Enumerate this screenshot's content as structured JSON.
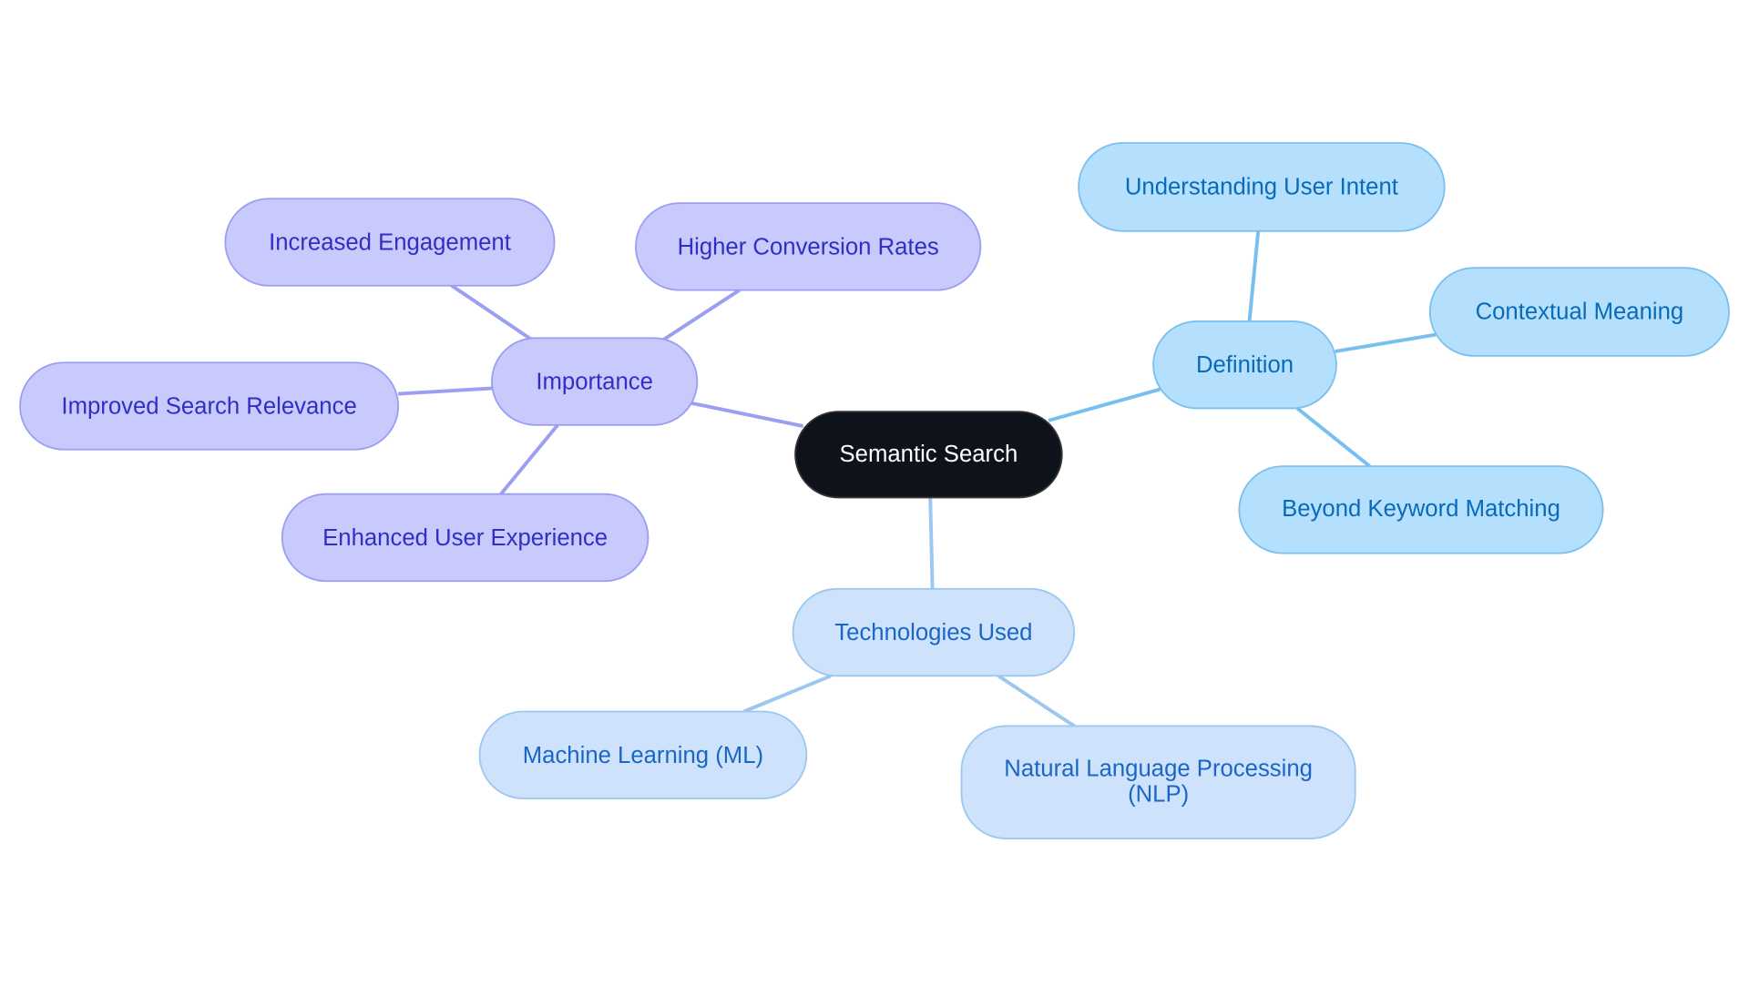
{
  "mindmap": {
    "root": "Semantic Search",
    "importance": {
      "label": "Importance",
      "children": [
        "Increased Engagement",
        "Higher Conversion Rates",
        "Improved Search Relevance",
        "Enhanced User Experience"
      ]
    },
    "definition": {
      "label": "Definition",
      "children": [
        "Understanding User Intent",
        "Contextual Meaning",
        "Beyond Keyword Matching"
      ]
    },
    "technologies": {
      "label": "Technologies Used",
      "children": [
        "Machine Learning (ML)",
        "Natural Language Processing",
        "(NLP)"
      ]
    }
  },
  "colors": {
    "root_fill": "#0d121b",
    "importance_fill": "#c8cafd",
    "definition_fill": "#b4e0fd",
    "technologies_fill": "#cee3fb"
  }
}
